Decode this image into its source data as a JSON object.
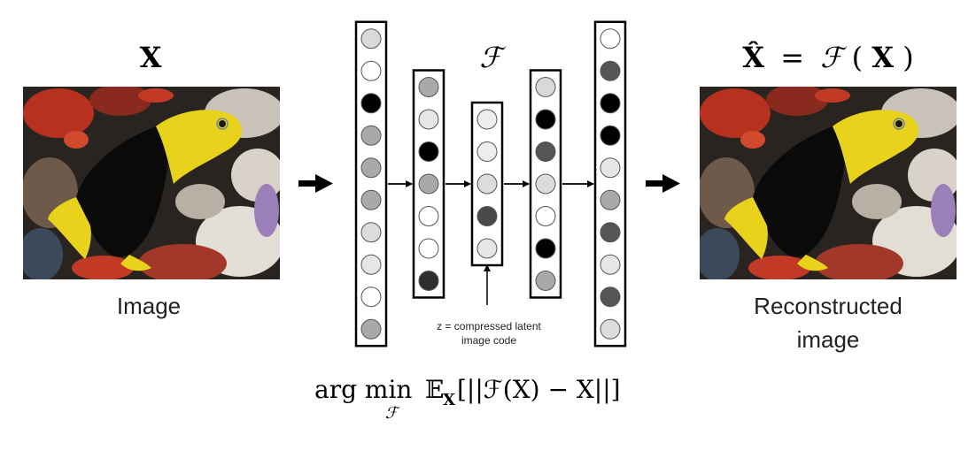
{
  "input": {
    "symbol": "X",
    "caption": "Image"
  },
  "network": {
    "symbol": "ℱ",
    "latent_note_line1": "z = compressed latent",
    "latent_note_line2": "image code",
    "layers": [
      [
        "#d9d9d9",
        "#ffffff",
        "#000000",
        "#a9a9a9",
        "#a9a9a9",
        "#a9a9a9",
        "#dcdcdc",
        "#e6e6e6",
        "#ffffff",
        "#a9a9a9"
      ],
      [
        "#a9a9a9",
        "#e6e6e6",
        "#000000",
        "#a9a9a9",
        "#ffffff",
        "#ffffff",
        "#2e2e2e"
      ],
      [
        "#eeeeee",
        "#eeeeee",
        "#dcdcdc",
        "#4a4a4a",
        "#e6e6e6"
      ],
      [
        "#d9d9d9",
        "#000000",
        "#555555",
        "#dcdcdc",
        "#ffffff",
        "#000000",
        "#a9a9a9"
      ],
      [
        "#ffffff",
        "#555555",
        "#000000",
        "#000000",
        "#e6e6e6",
        "#a9a9a9",
        "#555555",
        "#e6e6e6",
        "#555555",
        "#dcdcdc"
      ]
    ]
  },
  "output": {
    "hat_symbol": "X̂",
    "equals": "=",
    "func": "ℱ",
    "open_paren": "(",
    "inner": "X",
    "close_paren": ")",
    "caption_line1": "Reconstructed",
    "caption_line2": "image"
  },
  "objective": {
    "argmin": "arg min",
    "sub": "ℱ",
    "expect": "𝔼",
    "expect_sub": "X",
    "body": "[||ℱ(X) − X||]"
  },
  "colors": {
    "fish_body": "#0a0a0a",
    "fish_yellow": "#e8d21c",
    "reef_red": "#b8311f"
  }
}
